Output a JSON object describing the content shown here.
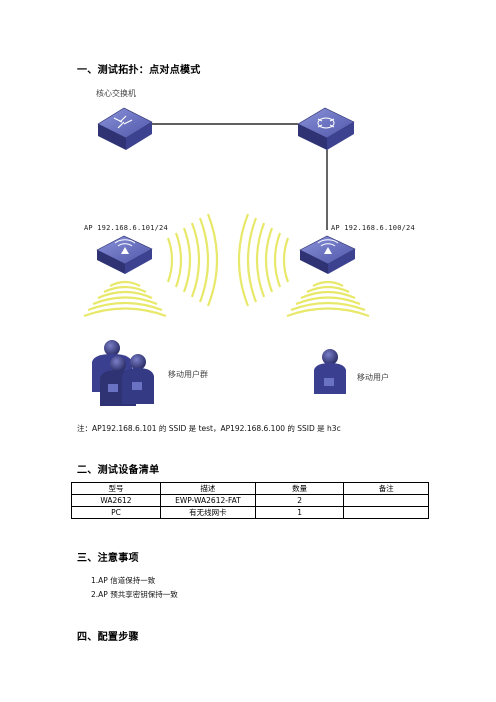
{
  "section1": {
    "title": "一、测试拓扑：点对点模式"
  },
  "diagram": {
    "core_switch_label": "核心交换机",
    "ap_left_label": "AP 192.168.6.101/24",
    "ap_right_label": "AP 192.168.6.100/24",
    "user_group_label": "移动用户群",
    "user_label": "移动用户",
    "note": "注：AP192.168.6.101 的 SSID 是 test，AP192.168.6.100 的 SSID 是 h3c"
  },
  "section2": {
    "title": "二、测试设备清单",
    "table": {
      "headers": [
        "型号",
        "描述",
        "数量",
        "备注"
      ],
      "rows": [
        [
          "WA2612",
          "EWP-WA2612-FAT",
          "2",
          ""
        ],
        [
          "PC",
          "有无线网卡",
          "1",
          ""
        ]
      ]
    }
  },
  "section3": {
    "title": "三、注意事项",
    "items": [
      "1.AP 信道保持一致",
      "2.AP 预共享密钥保持一致"
    ]
  },
  "section4": {
    "title": "四、配置步骤"
  },
  "colors": {
    "device_blue": "#3b3f8f",
    "device_top": "#6a72c4",
    "wave_yellow": "#e8e86a"
  }
}
